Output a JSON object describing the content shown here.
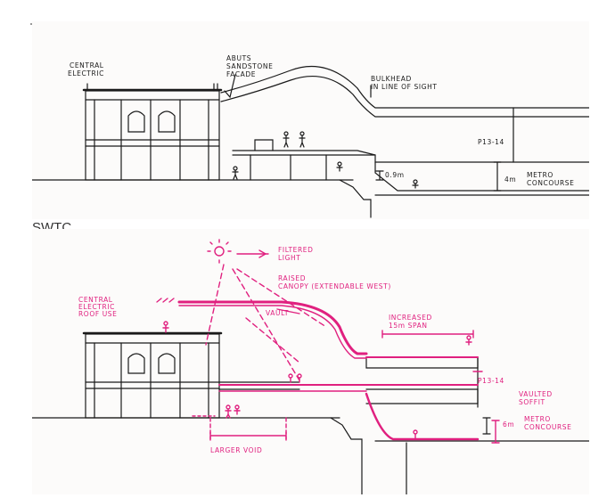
{
  "top_sketch": {
    "labels": {
      "central_electric_1": "CENTRAL",
      "central_electric_2": "ELECTRIC",
      "abuts_1": "ABUTS",
      "abuts_2": "SANDSTONE",
      "abuts_3": "FACADE",
      "bulkhead_1": "BULKHEAD",
      "bulkhead_2": "IN LINE OF SIGHT",
      "platform": "P13-14",
      "clearance": "0.9m",
      "concourse_height": "4m",
      "metro_1": "METRO",
      "metro_2": "CONCOURSE"
    }
  },
  "section_heading": "SWTC",
  "bottom_sketch": {
    "labels": {
      "filtered_1": "FILTERED",
      "filtered_2": "LIGHT",
      "central_1": "CENTRAL",
      "central_2": "ELECTRIC",
      "central_3": "ROOF USE",
      "raised_1": "RAISED",
      "raised_2": "CANOPY (EXTENDABLE WEST)",
      "vault": "VAULT",
      "increased_1": "INCREASED",
      "increased_2": "15m SPAN",
      "platform": "P13-14",
      "vaulted_1": "VAULTED",
      "vaulted_2": "SOFFIT",
      "concourse_height": "6m",
      "metro_1": "METRO",
      "metro_2": "CONCOURSE",
      "larger_void": "LARGER VOID"
    }
  },
  "colors": {
    "ink": "#1a1a1a",
    "accent": "#e0207f",
    "paper": "#fcfbfa"
  }
}
